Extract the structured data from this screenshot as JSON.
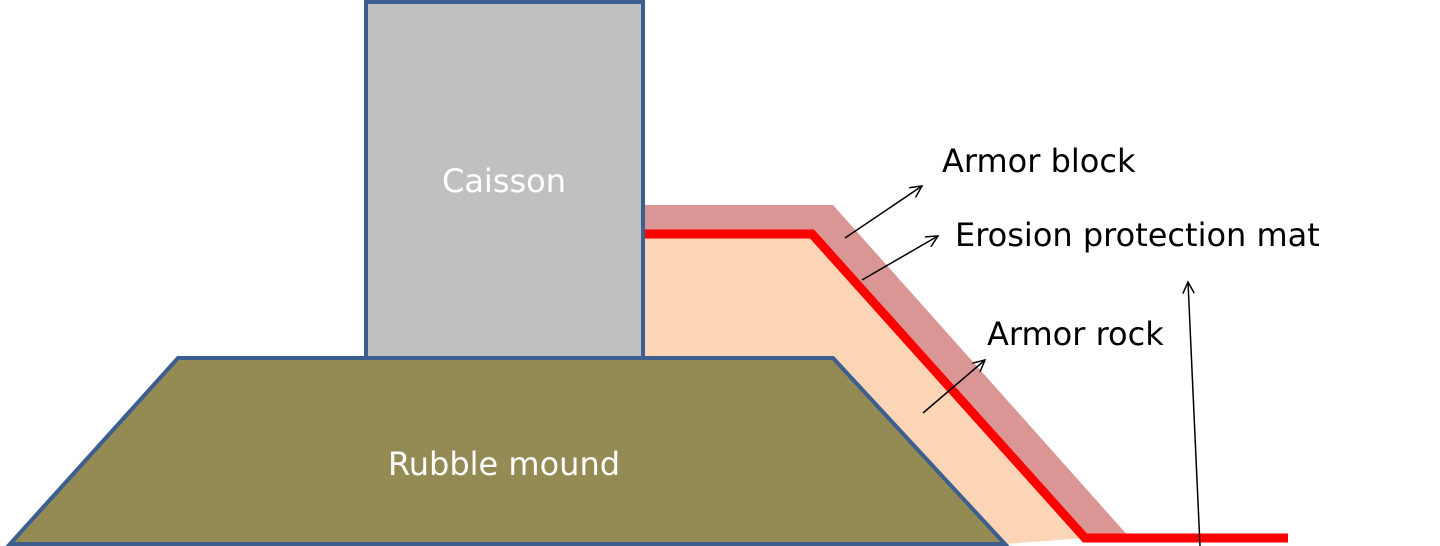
{
  "labels": {
    "caisson": "Caisson",
    "rubble_mound": "Rubble mound",
    "armor_block": "Armor block",
    "erosion_mat": "Erosion protection mat",
    "armor_rock": "Armor rock"
  },
  "colors": {
    "caisson": "#c0c0c0",
    "rubble_mound": "#948a54",
    "outline": "#3c5f8f",
    "armor_block": "#d99694",
    "armor_rock": "#fbd5b5",
    "erosion_mat": "#ff0000"
  }
}
